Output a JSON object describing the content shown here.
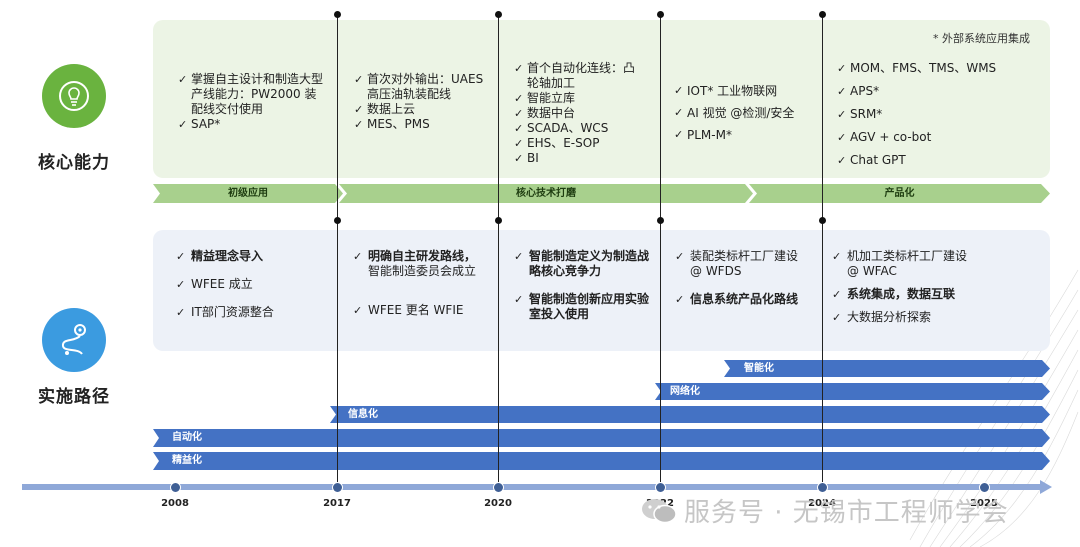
{
  "note": "* 外部系统应用集成",
  "sections": {
    "core": "核心能力",
    "path": "实施路径"
  },
  "phases": [
    "初级应用",
    "核心技术打磨",
    "产品化"
  ],
  "core_columns": [
    [
      "掌握自主设计和制造大型产线能力：PW2000 装配线交付使用",
      "SAP*"
    ],
    [
      "首次对外输出：UAES高压油轨装配线",
      "数据上云",
      "MES、PMS"
    ],
    [
      "首个自动化连线：凸轮轴加工",
      "智能立库",
      "数据中台",
      "SCADA、WCS",
      "EHS、E-SOP",
      "BI"
    ],
    [
      "IOT* 工业物联网",
      "AI 视觉 @检测/安全",
      "PLM-M*"
    ],
    [
      "MOM、FMS、TMS、WMS",
      "APS*",
      "SRM*",
      "AGV + co-bot",
      "Chat GPT"
    ]
  ],
  "path_columns": [
    [
      {
        "text": "精益理念导入",
        "bold": true
      },
      {
        "text": "WFEE 成立",
        "bold": false
      },
      {
        "text": "IT部门资源整合",
        "bold": false
      }
    ],
    [
      {
        "text": "明确自主研发路线，",
        "sub": "智能制造委员会成立",
        "bold": true
      },
      {
        "text": "WFEE 更名 WFIE",
        "bold": false
      }
    ],
    [
      {
        "text": "智能制造定义为制造战略核心竞争力",
        "bold": true
      },
      {
        "text": "智能制造创新应用实验室投入使用",
        "bold": true
      }
    ],
    [
      {
        "text": "装配类标杆工厂建设 @ WFDS",
        "bold": false
      },
      {
        "text": "信息系统产品化路线",
        "bold": true
      }
    ],
    [
      {
        "text": "机加工类标杆工厂建设 @ WFAC",
        "bold": false
      },
      {
        "text": "系统集成，数据互联",
        "bold": true
      },
      {
        "text": "大数据分析探索",
        "bold": false
      }
    ]
  ],
  "bars": [
    "智能化",
    "网络化",
    "信息化",
    "自动化",
    "精益化"
  ],
  "years": [
    "2008",
    "2017",
    "2020",
    "2022",
    "2024",
    "2025"
  ],
  "watermark": "服务号 · 无锡市工程师学会",
  "colors": {
    "green": "#6ab33f",
    "phase": "#a8d08d",
    "blue": "#4472c4",
    "timeline": "#8fa8d8"
  }
}
